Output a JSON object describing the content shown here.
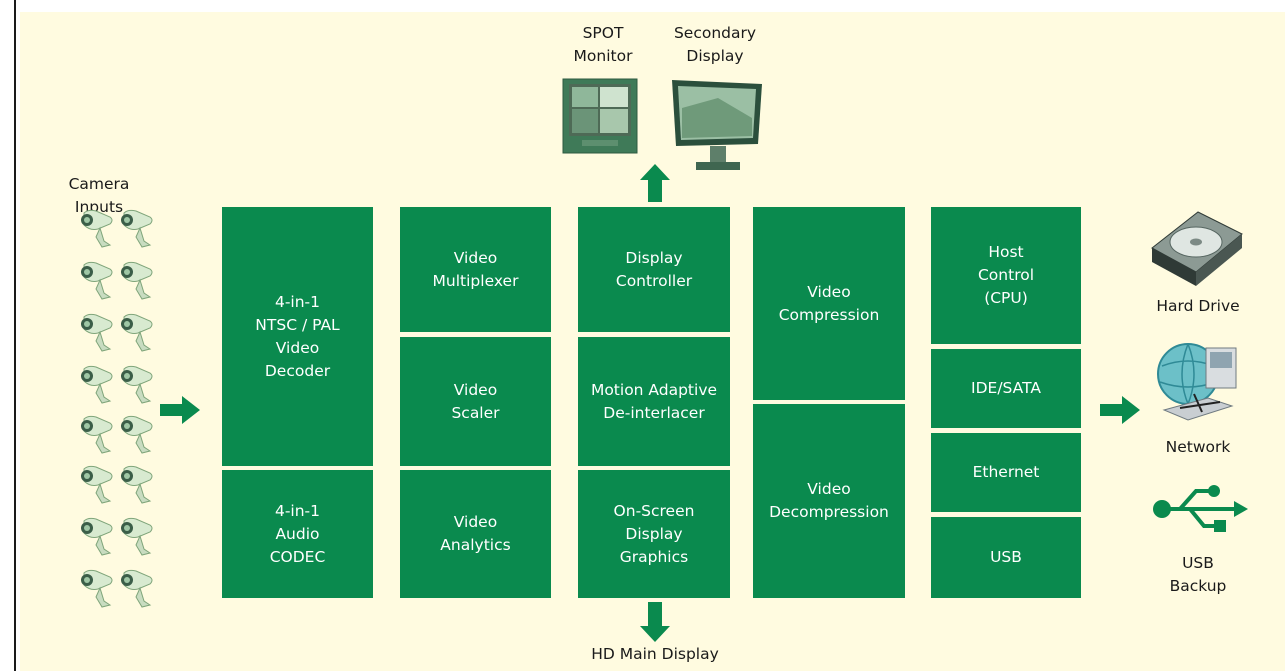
{
  "colors": {
    "block": "#0a8a4e",
    "background": "#fffbe0",
    "text": "#1a1a1a",
    "block_text": "#ffffff"
  },
  "labels": {
    "camera_inputs": "Camera Inputs",
    "spot_monitor": "SPOT\nMonitor",
    "secondary_display": "Secondary\nDisplay",
    "hd_main_display": "HD Main Display",
    "hard_drive": "Hard Drive",
    "network": "Network",
    "usb_backup": "USB\nBackup"
  },
  "blocks": {
    "video_decoder": "4-in-1\nNTSC / PAL\nVideo\nDecoder",
    "audio_codec": "4-in-1\nAudio\nCODEC",
    "video_multiplexer": "Video\nMultiplexer",
    "video_scaler": "Video\nScaler",
    "video_analytics": "Video\nAnalytics",
    "display_controller": "Display\nController",
    "deinterlacer": "Motion Adaptive\nDe-interlacer",
    "osd_graphics": "On-Screen\nDisplay\nGraphics",
    "video_compression": "Video\nCompression",
    "video_decompression": "Video\nDecompression",
    "host_control": "Host\nControl\n(CPU)",
    "ide_sata": "IDE/SATA",
    "ethernet": "Ethernet",
    "usb": "USB"
  },
  "icons": {
    "camera": "security-camera-icon",
    "spot_monitor": "crt-monitor-icon",
    "secondary_display": "lcd-display-icon",
    "hard_drive": "hard-drive-icon",
    "network": "network-computers-icon",
    "usb": "usb-icon"
  }
}
